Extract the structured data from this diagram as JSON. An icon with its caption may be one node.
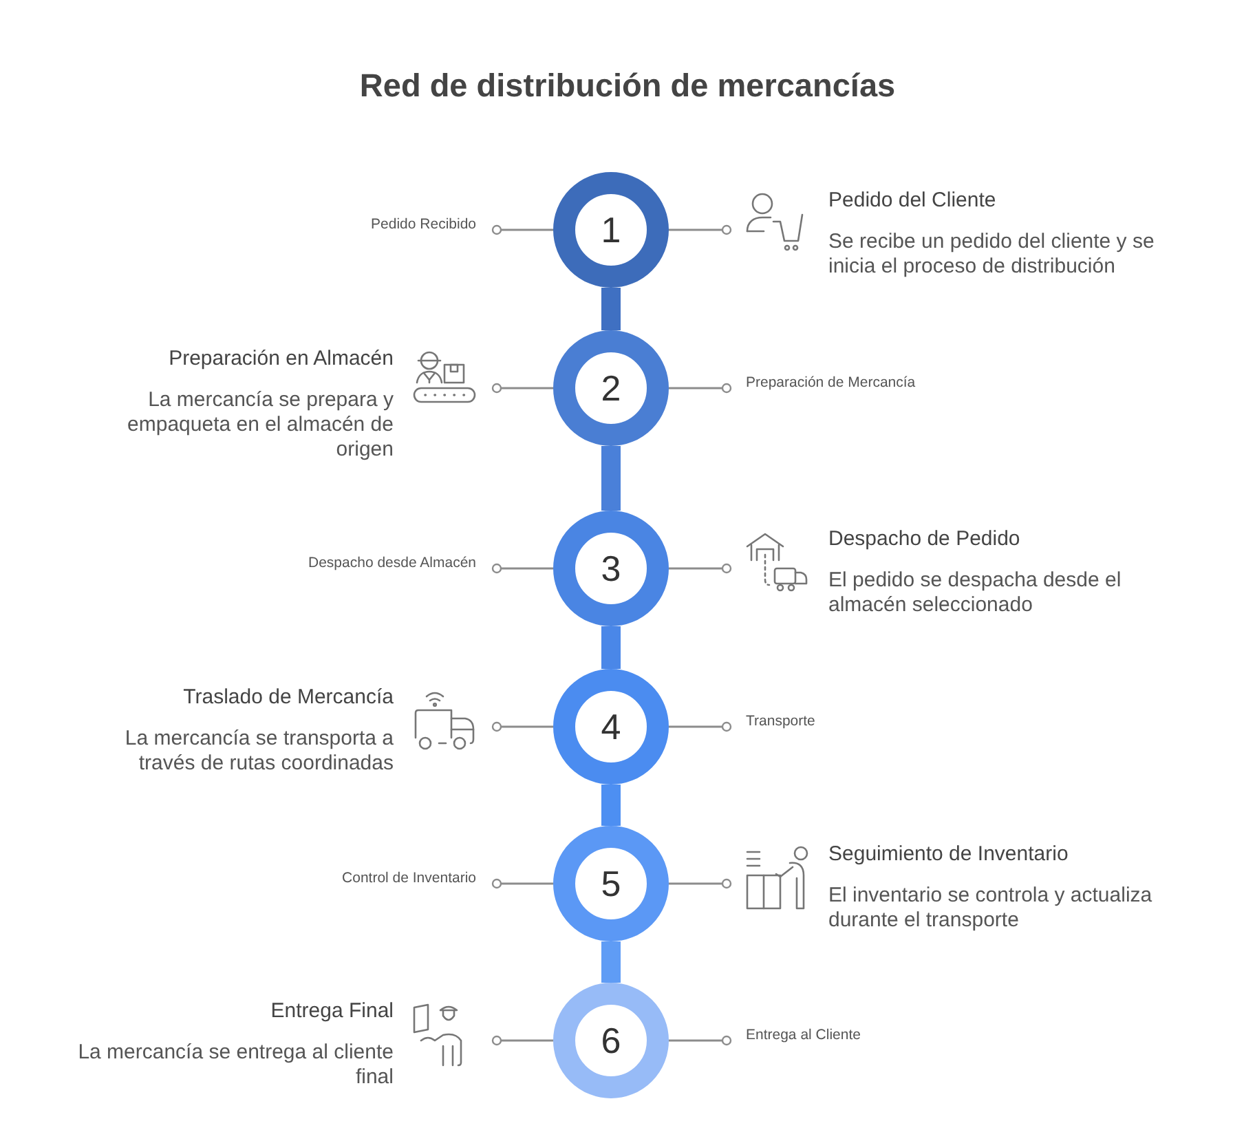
{
  "diagram": {
    "title": "Red de distribución de mercancías",
    "nodes": [
      {
        "text": [
          "Pedido Recibido"
        ]
      },
      {
        "text": [
          "1"
        ]
      },
      {
        "text": [
          "Pedido del Cliente",
          "Se recibe un pedido del cliente y se inicia el proceso de distribución"
        ]
      },
      {
        "text": [
          "Preparación en Almacén",
          "La mercancía se prepara y empaqueta en el almacén de origen"
        ]
      },
      {
        "text": [
          "2"
        ]
      },
      {
        "text": [
          "Preparación de Mercancía"
        ]
      },
      {
        "text": [
          "Despacho desde Almacén"
        ]
      },
      {
        "text": [
          "3"
        ]
      },
      {
        "text": [
          "Despacho de Pedido",
          "El pedido se despacha desde el almacén seleccionado"
        ]
      },
      {
        "text": [
          "Traslado de Mercancía",
          "La mercancía se transporta a través de rutas coordinadas"
        ]
      },
      {
        "text": [
          "4"
        ]
      },
      {
        "text": [
          "Transporte"
        ]
      },
      {
        "text": [
          "Control de Inventario"
        ]
      },
      {
        "text": [
          "5"
        ]
      },
      {
        "text": [
          "Seguimiento de Inventario",
          "El inventario se controla y actualiza durante el transporte"
        ]
      },
      {
        "text": [
          "Entrega Final",
          "La mercancía se entrega al cliente final"
        ]
      },
      {
        "text": [
          "6"
        ]
      },
      {
        "text": [
          "Entrega al Cliente"
        ]
      }
    ],
    "edges": [
      {
        "from": 1,
        "to": 0,
        "arrow": "other"
      },
      {
        "from": 1,
        "to": 2,
        "arrow": "other"
      },
      {
        "from": 1,
        "to": 4,
        "arrow": "none",
        "style": "thick",
        "color": "#3f70c2"
      },
      {
        "from": 4,
        "to": 3,
        "arrow": "other"
      },
      {
        "from": 4,
        "to": 5,
        "arrow": "other"
      },
      {
        "from": 4,
        "to": 7,
        "arrow": "none",
        "style": "thick",
        "color": "#4a80d9"
      },
      {
        "from": 7,
        "to": 6,
        "arrow": "other"
      },
      {
        "from": 7,
        "to": 8,
        "arrow": "other"
      },
      {
        "from": 7,
        "to": 10,
        "arrow": "none",
        "style": "thick",
        "color": "#4a87e8"
      },
      {
        "from": 10,
        "to": 9,
        "arrow": "other"
      },
      {
        "from": 10,
        "to": 11,
        "arrow": "other"
      },
      {
        "from": 10,
        "to": 13,
        "arrow": "none",
        "style": "thick",
        "color": "#4d8ff2"
      },
      {
        "from": 13,
        "to": 12,
        "arrow": "other"
      },
      {
        "from": 13,
        "to": 14,
        "arrow": "other"
      },
      {
        "from": 13,
        "to": 16,
        "arrow": "none",
        "style": "thick",
        "color": "#5f9cf5"
      },
      {
        "from": 16,
        "to": 15,
        "arrow": "other"
      },
      {
        "from": 16,
        "to": 17,
        "arrow": "other"
      }
    ]
  }
}
